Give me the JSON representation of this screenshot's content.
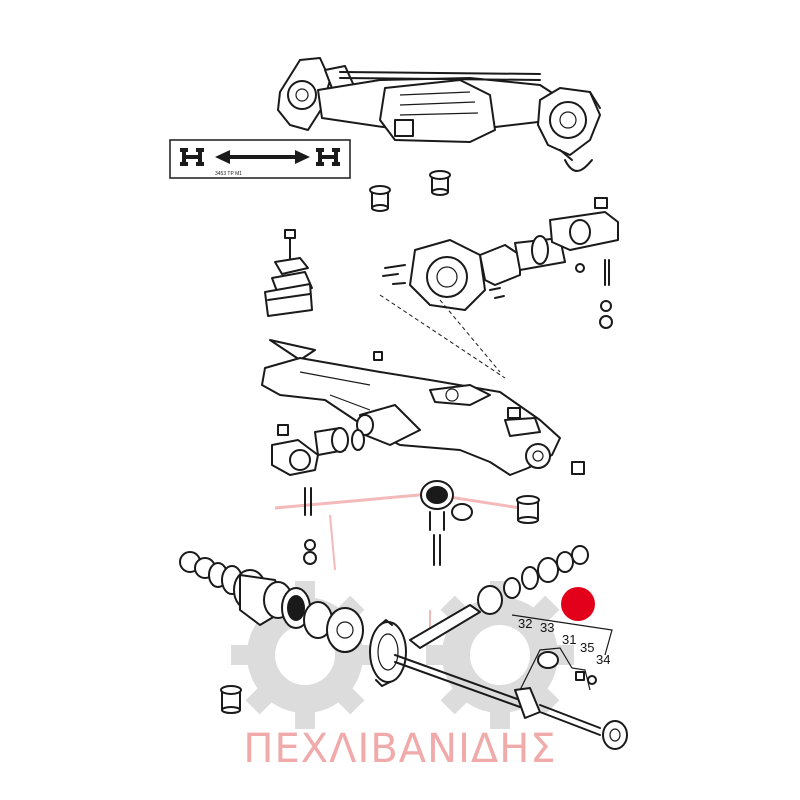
{
  "watermark": {
    "text": "ΠΕΧΛΙΒΑΝΙΔΗΣ",
    "color": "#f1aaaa",
    "gear_color": "#dcdcdc"
  },
  "callouts": [
    "32",
    "33",
    "31",
    "35",
    "34"
  ],
  "marker": {
    "color": "#e3001b"
  },
  "legend_icon": {
    "name": "axle-direction-icon",
    "caption": "3453 TP M1"
  }
}
